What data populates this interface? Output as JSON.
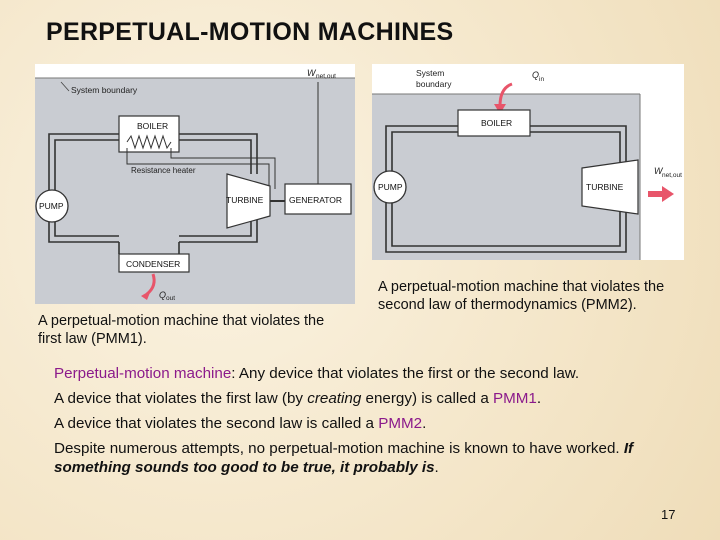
{
  "title": "PERPETUAL-MOTION MACHINES",
  "figure1": {
    "system_boundary": "System boundary",
    "w_net_out": "W",
    "w_net_out_sub": "net,out",
    "boiler": "BOILER",
    "resistance_heater": "Resistance heater",
    "pump": "PUMP",
    "turbine": "TURBINE",
    "generator": "GENERATOR",
    "condenser": "CONDENSER",
    "q_out": "Q",
    "q_out_sub": "out",
    "caption": "A perpetual-motion machine that violates the first law (PMM1)."
  },
  "figure2": {
    "system_boundary_1": "System",
    "system_boundary_2": "boundary",
    "q_in": "Q",
    "q_in_sub": "in",
    "boiler": "BOILER",
    "pump": "PUMP",
    "turbine": "TURBINE",
    "w_net_out": "W",
    "w_net_out_sub": "net,out",
    "caption": "A perpetual-motion machine that violates the second law of thermodynamics (PMM2)."
  },
  "body": {
    "p1_term": "Perpetual-motion machine",
    "p1_rest": ": Any device that violates the first or the second law.",
    "p2_a": "A device that violates the first law (by ",
    "p2_em": "creating",
    "p2_b": " energy) is called a ",
    "p2_term": "PMM1",
    "p2_end": ".",
    "p3_a": "A device that violates the second law is called a ",
    "p3_term": "PMM2",
    "p3_end": ".",
    "p4_a": "Despite numerous attempts, no perpetual-motion machine is known to have worked. ",
    "p4_em": "If something sounds too good to be true, it probably is",
    "p4_end": "."
  },
  "page_number": "17",
  "colors": {
    "highlight": "#8b1a8b",
    "arrow": "#e8556a",
    "diagram_bg": "#c9ccd2"
  }
}
